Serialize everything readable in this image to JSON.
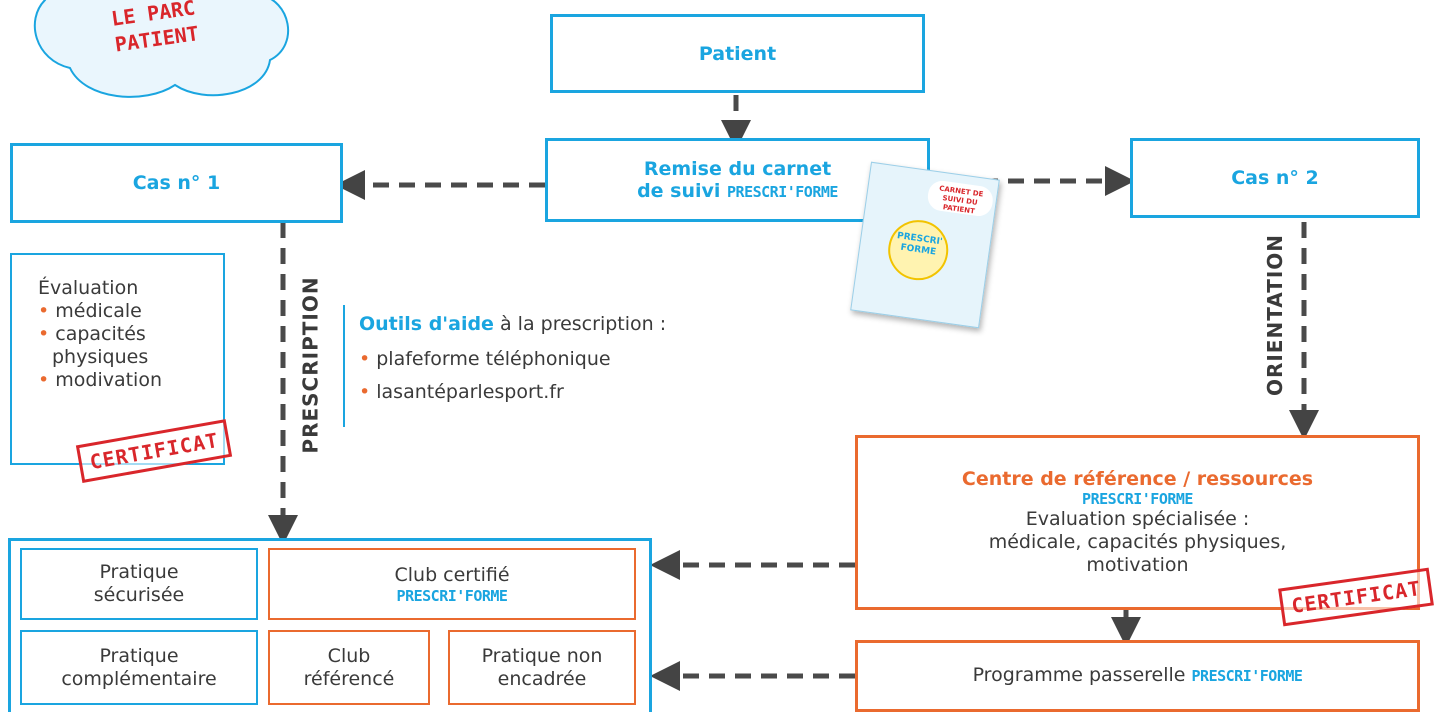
{
  "cloud": {
    "line1": "LE PARC",
    "line2": "PATIENT"
  },
  "patient": {
    "label": "Patient"
  },
  "remise": {
    "line1": "Remise du carnet",
    "line2_bold": "de suivi ",
    "line2_brand": "PRESCRI'FORME"
  },
  "booklet": {
    "header": "CARNET DE SUIVI DU PATIENT",
    "title1": "PRESCRI'",
    "title2": "FORME"
  },
  "cas1": {
    "label": "Cas n° 1"
  },
  "cas2": {
    "label": "Cas n° 2"
  },
  "evaluation": {
    "title": "Évaluation",
    "items": [
      "médicale",
      "capacités",
      "physiques",
      "modivation"
    ]
  },
  "certificat": "CERTIFICAT",
  "prescription_label": "PRESCRIPTION",
  "orientation_label": "ORIENTATION",
  "outils": {
    "title_bold": "Outils d'aide",
    "title_rest": " à la prescription :",
    "items": [
      "plafeforme téléphonique",
      "lasantéparlesport.fr"
    ]
  },
  "centre": {
    "title": "Centre de référence / ressources",
    "brand": "PRESCRI'FORME",
    "line1": "Evaluation spécialisée :",
    "line2": "médicale, capacités physiques,",
    "line3": "motivation"
  },
  "programme": {
    "text": "Programme passerelle ",
    "brand": "PRESCRI'FORME"
  },
  "bottom": {
    "pratique_securisee": [
      "Pratique",
      "sécurisée"
    ],
    "club_certifie": "Club certifié",
    "club_certifie_brand": "PRESCRI'FORME",
    "pratique_complementaire": [
      "Pratique",
      "complémentaire"
    ],
    "club_reference": [
      "Club",
      "référencé"
    ],
    "pratique_non_encadree": [
      "Pratique non",
      "encadrée"
    ]
  },
  "colors": {
    "blue": "#1aa5e0",
    "orange": "#ea6a2f",
    "red": "#d9262b",
    "dark": "#3a3a3a"
  }
}
